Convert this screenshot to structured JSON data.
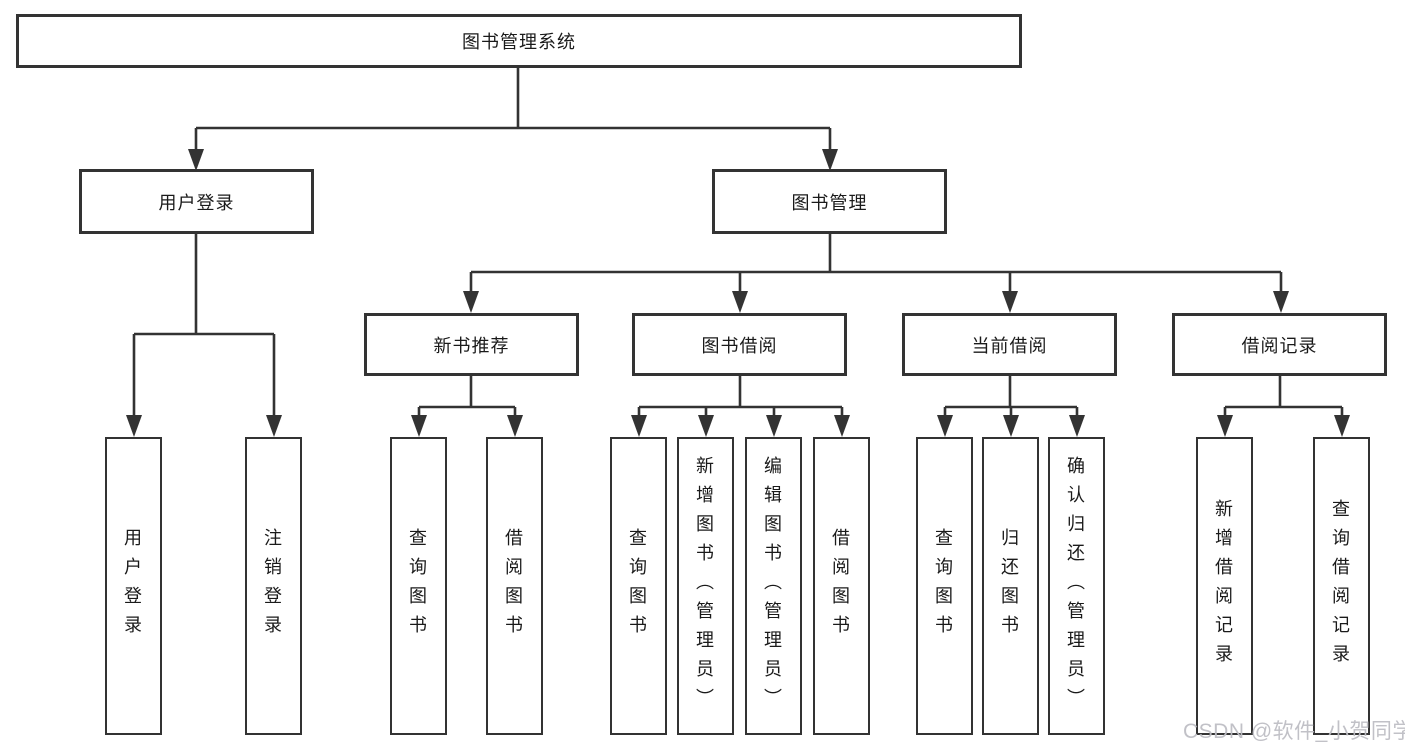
{
  "diagram": {
    "tree": {
      "root": {
        "label": "图书管理系统"
      },
      "branches": [
        {
          "label": "用户登录",
          "children": [
            {
              "label": "用户登录"
            },
            {
              "label": "注销登录"
            }
          ]
        },
        {
          "label": "图书管理",
          "children": [
            {
              "label": "新书推荐",
              "children": [
                {
                  "label": "查询图书"
                },
                {
                  "label": "借阅图书"
                }
              ]
            },
            {
              "label": "图书借阅",
              "children": [
                {
                  "label": "查询图书"
                },
                {
                  "label": "新增图书（管理员）"
                },
                {
                  "label": "编辑图书（管理员）"
                },
                {
                  "label": "借阅图书"
                }
              ]
            },
            {
              "label": "当前借阅",
              "children": [
                {
                  "label": "查询图书"
                },
                {
                  "label": "归还图书"
                },
                {
                  "label": "确认归还（管理员）"
                }
              ]
            },
            {
              "label": "借阅记录",
              "children": [
                {
                  "label": "新增借阅记录"
                },
                {
                  "label": "查询借阅记录"
                }
              ]
            }
          ]
        }
      ]
    },
    "colors": {
      "line": "#333333",
      "text": "#1a1a1a",
      "background": "#ffffff",
      "watermark": "#bebec4"
    },
    "watermark": "CSDN @软件_小贺同学"
  }
}
